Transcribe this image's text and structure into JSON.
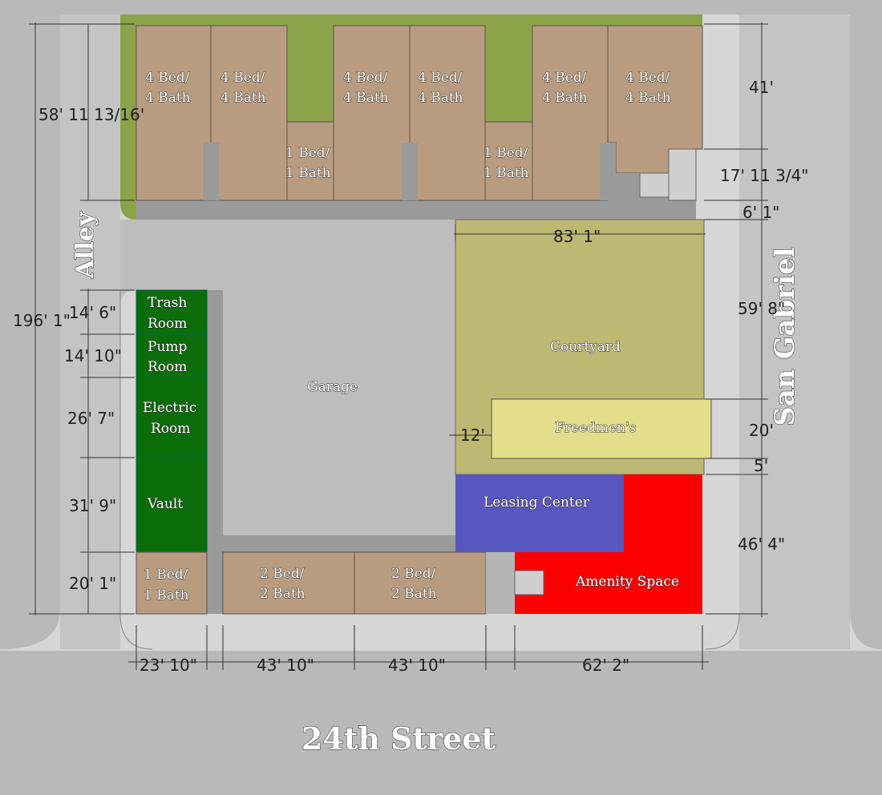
{
  "streets": {
    "alley": "Alley",
    "san_gabriel": "San Gabriel",
    "south": "24th Street"
  },
  "rooms": {
    "unit_top_1": [
      "4 Bed/",
      "4 Bath"
    ],
    "unit_top_2": [
      "4 Bed/",
      "4 Bath"
    ],
    "unit_top_3": [
      "1 Bed/",
      "1 Bath"
    ],
    "unit_top_4": [
      "4 Bed/",
      "4 Bath"
    ],
    "unit_top_5": [
      "4 Bed/",
      "4 Bath"
    ],
    "unit_top_6": [
      "1 Bed/",
      "1 Bath"
    ],
    "unit_top_7": [
      "4 Bed/",
      "4 Bath"
    ],
    "unit_top_8": [
      "4 Bed/",
      "4 Bath"
    ],
    "trash_room": [
      "Trash",
      "Room"
    ],
    "pump_room": [
      "Pump",
      "Room"
    ],
    "electric_room": [
      "Electric",
      "Room"
    ],
    "vault": "Vault",
    "garage": "Garage",
    "courtyard": "Courtyard",
    "freedmens": "Freedmen's",
    "leasing_center": "Leasing Center",
    "amenity_space": "Amenity Space",
    "unit_bottom_1": [
      "1 Bed/",
      "1 Bath"
    ],
    "unit_bottom_2": [
      "2 Bed/",
      "2 Bath"
    ],
    "unit_bottom_3": [
      "2 Bed/",
      "2 Bath"
    ]
  },
  "dimensions": {
    "top_left": "58' 11 13/16'",
    "top_right": "41'",
    "right_setback": "17' 11 3/4\"",
    "right_small": "6' 1\"",
    "courtyard_width": "83' 1\"",
    "total_depth": "196' 1\"",
    "trash": "14' 6\"",
    "pump": "14' 10\"",
    "electric": "26' 7\"",
    "vault": "31' 9\"",
    "bottom_unit": "20' 1\"",
    "courtyard_depth": "59' 8\"",
    "freedmens_offset": "12'",
    "freedmens_depth": "20'",
    "small_gap": "5'",
    "amenity_depth": "46' 4\"",
    "bottom_1": "23' 10\"",
    "bottom_2": "43' 10\"",
    "bottom_3": "43' 10\"",
    "bottom_4": "62' 2\""
  },
  "colors": {
    "street": "#b9b9b9",
    "sidewalk": "#d6d6d6",
    "landscape": "#8da34a",
    "unit": "#b99c7f",
    "corridor": "#9a9a9a",
    "garage": "#bdbdbd",
    "courtyard": "#bdb873",
    "freedmens": "#e1dd89",
    "service": "#0a6d0a",
    "leasing": "#5a56c0",
    "amenity": "#fb0000"
  }
}
